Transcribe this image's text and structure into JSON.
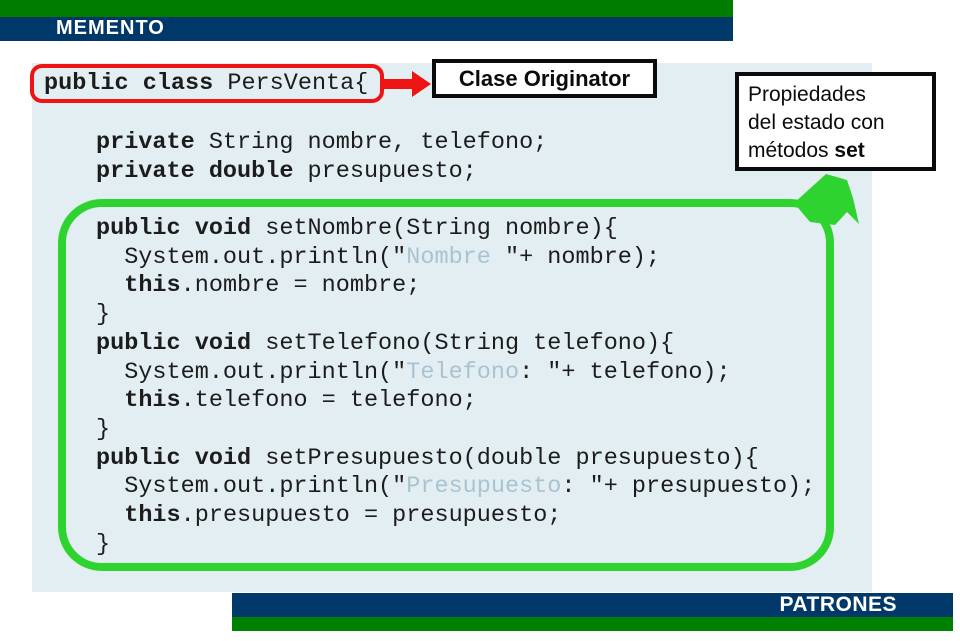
{
  "header": {
    "title": "MEMENTO"
  },
  "footer": {
    "title": "PATRONES"
  },
  "colors": {
    "top_bar_green": "#007c00",
    "bar_navy": "#003869",
    "panel_background": "#e3eef2",
    "highlight_green": "#2fd32f",
    "accent_red": "#ee1414",
    "string_text": "#a9c4d1",
    "footer_green": "#008000",
    "code_text": "#1c1c1c"
  },
  "banner": {
    "lines": [
      [
        {
          "t": "public class",
          "s": "kw"
        },
        {
          "t": " PersVenta{",
          "s": "plain"
        }
      ]
    ]
  },
  "callouts": {
    "originator": {
      "label": "Clase Originator"
    },
    "properties": {
      "lines": [
        [
          {
            "t": "Propiedades",
            "s": "plain"
          }
        ],
        [
          {
            "t": "del estado con",
            "s": "plain"
          }
        ],
        [
          {
            "t": "métodos ",
            "s": "plain"
          },
          {
            "t": "set",
            "s": "kw"
          }
        ]
      ]
    }
  },
  "code": {
    "lines": [
      [
        {
          "t": "private",
          "s": "kw"
        },
        {
          "t": " String nombre, telefono;",
          "s": "plain"
        }
      ],
      [
        {
          "t": "private double",
          "s": "kw"
        },
        {
          "t": " presupuesto;",
          "s": "plain"
        }
      ],
      [],
      [
        {
          "t": "public void",
          "s": "kw"
        },
        {
          "t": " setNombre(String nombre){",
          "s": "plain"
        }
      ],
      [
        {
          "t": "  System.out.println(\"",
          "s": "plain"
        },
        {
          "t": "Nombre ",
          "s": "str"
        },
        {
          "t": "\"+ nombre);",
          "s": "plain"
        }
      ],
      [
        {
          "t": "  ",
          "s": "plain"
        },
        {
          "t": "this",
          "s": "kw"
        },
        {
          "t": ".nombre = nombre;",
          "s": "plain"
        }
      ],
      [
        {
          "t": "}",
          "s": "plain"
        }
      ],
      [
        {
          "t": "public void",
          "s": "kw"
        },
        {
          "t": " setTelefono(String telefono){",
          "s": "plain"
        }
      ],
      [
        {
          "t": "  System.out.println(\"",
          "s": "plain"
        },
        {
          "t": "Telefono",
          "s": "str"
        },
        {
          "t": ": \"+ telefono);",
          "s": "plain"
        }
      ],
      [
        {
          "t": "  ",
          "s": "plain"
        },
        {
          "t": "this",
          "s": "kw"
        },
        {
          "t": ".telefono = telefono;",
          "s": "plain"
        }
      ],
      [
        {
          "t": "}",
          "s": "plain"
        }
      ],
      [
        {
          "t": "public void",
          "s": "kw"
        },
        {
          "t": " setPresupuesto(double presupuesto){",
          "s": "plain"
        }
      ],
      [
        {
          "t": "  System.out.println(\"",
          "s": "plain"
        },
        {
          "t": "Presupuesto",
          "s": "str"
        },
        {
          "t": ": \"+ presupuesto);",
          "s": "plain"
        }
      ],
      [
        {
          "t": "  ",
          "s": "plain"
        },
        {
          "t": "this",
          "s": "kw"
        },
        {
          "t": ".presupuesto = presupuesto;",
          "s": "plain"
        }
      ],
      [
        {
          "t": "}",
          "s": "plain"
        }
      ]
    ]
  }
}
